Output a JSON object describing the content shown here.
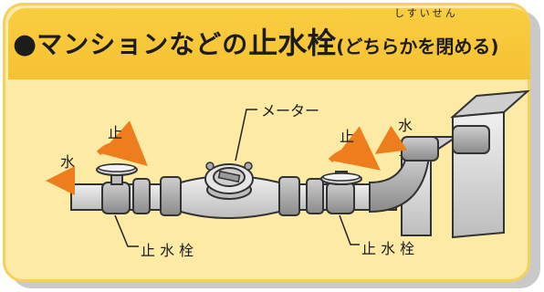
{
  "title": {
    "bullet": "●",
    "main": "マンションなどの",
    "emphasis": "止水栓",
    "note": "(どちらかを閉める)",
    "ruby": "しすいせん"
  },
  "labels": {
    "meter": "メーター",
    "stop_left": "止",
    "stop_right": "止",
    "water_left": "水",
    "water_right": "水",
    "valve_left": "止 水 栓",
    "valve_right": "止 水 栓"
  },
  "colors": {
    "title_band": "#f6c232",
    "card": "#fdeaa4",
    "arrow": "#ee7d1e",
    "pipe": "#d8d8d8"
  }
}
